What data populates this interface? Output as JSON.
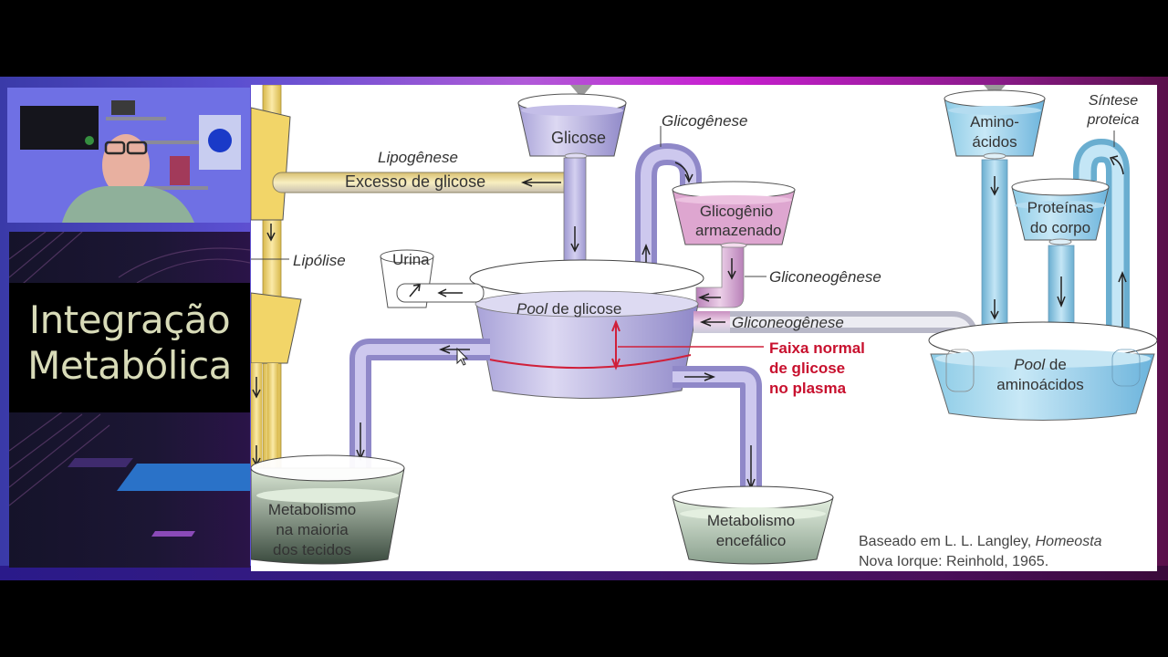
{
  "presenter_panel": {
    "title_line1": "Integração",
    "title_line2": "Metabólica"
  },
  "diagram": {
    "labels": {
      "lipogenese": "Lipogênese",
      "excesso_glicose": "Excesso de glicose",
      "lipolise": "Lipólise",
      "urina": "Urina",
      "glicose": "Glicose",
      "glicogenese": "Glicogênese",
      "glicogenio_line1": "Glicogênio",
      "glicogenio_line2": "armazenado",
      "gliconeogenese_1": "Gliconeogênese",
      "gliconeogenese_2": "Gliconeogênese",
      "pool_glicose_italic": "Pool",
      "pool_glicose_rest": " de glicose",
      "faixa_line1": "Faixa normal",
      "faixa_line2": "de glicose",
      "faixa_line3": "no plasma",
      "aminoacidos_line1": "Amino-",
      "aminoacidos_line2": "ácidos",
      "sintese_line1": "Síntese",
      "sintese_line2": "proteica",
      "proteinas_line1": "Proteínas",
      "proteinas_line2": "do corpo",
      "pool_amino_italic": "Pool",
      "pool_amino_rest": " de",
      "pool_amino_line2": "aminoácidos",
      "metab_tecidos_line1": "Metabolismo",
      "metab_tecidos_line2": "na maioria",
      "metab_tecidos_line3": "dos tecidos",
      "metab_encef_line1": "Metabolismo",
      "metab_encef_line2": "encefálico"
    },
    "citation": {
      "line1_prefix": "Baseado em L. L. Langley, ",
      "line1_italic": "Homeosta",
      "line2": "Nova Iorque: Reinhold, 1965."
    },
    "colors": {
      "glucose": "#b7b2e0",
      "glycogen": "#d99bc8",
      "lipid": "#f0d77a",
      "amino": "#8fcbe6",
      "tissue": "#9cb8a0",
      "plasma_range": "#c8102e"
    }
  }
}
